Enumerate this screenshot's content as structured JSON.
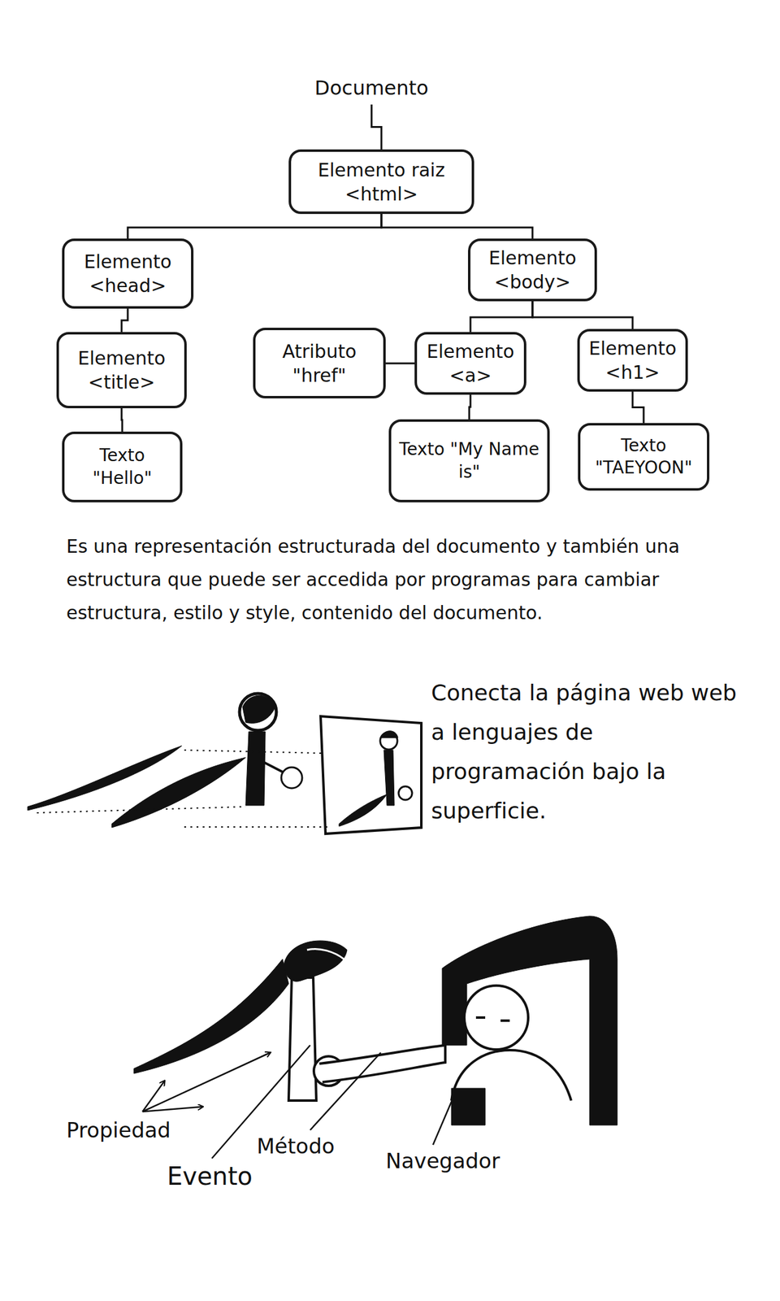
{
  "diagram": {
    "nodes": [
      {
        "text": [
          "Documento"
        ]
      },
      {
        "text": [
          "Elemento raiz <html>"
        ]
      },
      {
        "text": [
          "Elemento <head>"
        ]
      },
      {
        "text": [
          "Elemento <body>"
        ]
      },
      {
        "text": [
          "Elemento <title>"
        ]
      },
      {
        "text": [
          "Atributo \"href\""
        ]
      },
      {
        "text": [
          "Elemento <a>"
        ]
      },
      {
        "text": [
          "Elemento <h1>"
        ]
      },
      {
        "text": [
          "Texto \"Hello\""
        ]
      },
      {
        "text": [
          "Texto \"My Name is\""
        ]
      },
      {
        "text": [
          "Texto \"TAEYOON\""
        ]
      }
    ],
    "edges": [
      {
        "from": 0,
        "to": 1,
        "arrow": "none"
      },
      {
        "from": 1,
        "to": 2,
        "arrow": "none"
      },
      {
        "from": 1,
        "to": 3,
        "arrow": "none"
      },
      {
        "from": 2,
        "to": 4,
        "arrow": "none"
      },
      {
        "from": 4,
        "to": 8,
        "arrow": "none"
      },
      {
        "from": 3,
        "to": 6,
        "arrow": "none"
      },
      {
        "from": 3,
        "to": 7,
        "arrow": "none"
      },
      {
        "from": 5,
        "to": 6,
        "arrow": "none"
      },
      {
        "from": 6,
        "to": 9,
        "arrow": "none"
      },
      {
        "from": 7,
        "to": 10,
        "arrow": "none"
      }
    ],
    "labels": [
      "Es una representación estructurada del documento y también una estructura que puede ser accedida por programas para cambiar estructura, estilo y style, contenido del documento.",
      "Conecta la página web web a lenguajes de programación bajo la superficie.",
      "Propiedad",
      "Método",
      "Navegador",
      "Evento"
    ]
  }
}
